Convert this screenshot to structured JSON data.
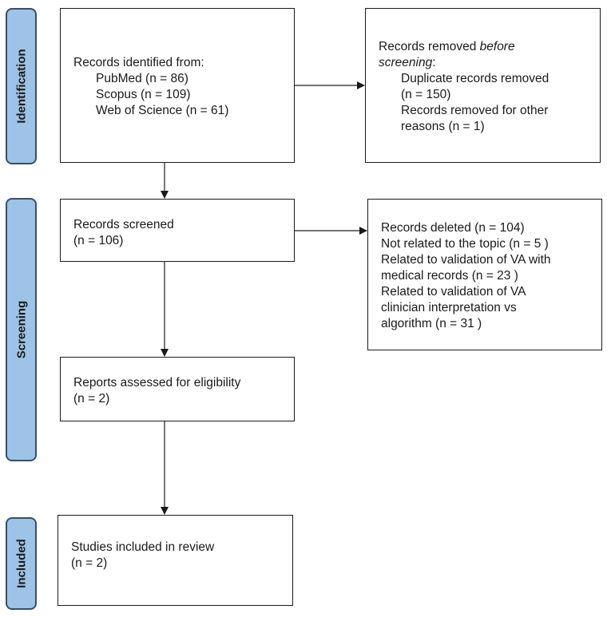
{
  "phases": {
    "identification": "Identification",
    "screening": "Screening",
    "included": "Included"
  },
  "identified": {
    "heading": "Records identified from:",
    "sources": [
      "PubMed (n = 86)",
      "Scopus (n = 109)",
      "Web of Science (n = 61)"
    ]
  },
  "removed": {
    "heading_prefix": "Records removed ",
    "heading_emphasis": "before",
    "heading_line2_emphasis": "screening",
    "heading_line2_suffix": ":",
    "items": [
      "Duplicate records removed",
      "(n = 150)",
      "Records removed for other",
      "reasons (n = 1)"
    ]
  },
  "screened": {
    "lines": [
      "Records screened",
      "(n = 106)"
    ]
  },
  "excluded": {
    "lines": [
      "Records deleted (n = 104)",
      "Not related to the topic (n = 5 )",
      "Related to validation of VA with",
      "medical records (n = 23 )",
      "Related to validation of VA",
      "clinician interpretation vs",
      "algorithm (n = 31 )"
    ]
  },
  "eligibility": {
    "lines": [
      "Reports assessed for eligibility",
      "(n = 2)"
    ]
  },
  "included": {
    "lines": [
      "Studies included in review",
      "(n = 2)"
    ]
  }
}
